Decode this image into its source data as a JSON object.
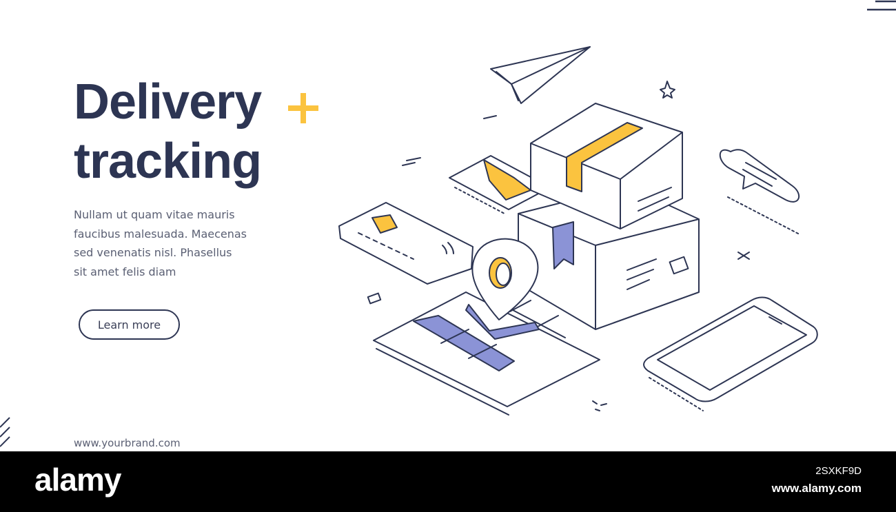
{
  "hero": {
    "title_line1": "Delivery",
    "title_line2": "tracking",
    "description_lines": [
      "Nullam ut quam vitae mauris",
      "faucibus malesuada. Maecenas",
      "sed venenatis nisl. Phasellus",
      "sit amet felis diam"
    ],
    "cta_label": "Learn more",
    "brand_url": "www.yourbrand.com"
  },
  "icons": {
    "plus": "plus-icon",
    "menu": "menu-icon",
    "paper_plane": "paper-plane-icon",
    "package": "package-icon",
    "credit_card": "credit-card-icon",
    "map": "map-icon",
    "location_pin": "location-pin-icon",
    "smartphone": "smartphone-icon",
    "chat": "chat-bubble-icon",
    "star": "star-icon"
  },
  "footer": {
    "logo": "alamy",
    "image_id": "2SXKF9D",
    "site": "www.alamy.com"
  },
  "colors": {
    "navy": "#2d3553",
    "accent_yellow": "#fbc33f",
    "accent_blue": "#8b93d6",
    "text_gray": "#5a5f73",
    "footer_bg": "#000000"
  }
}
